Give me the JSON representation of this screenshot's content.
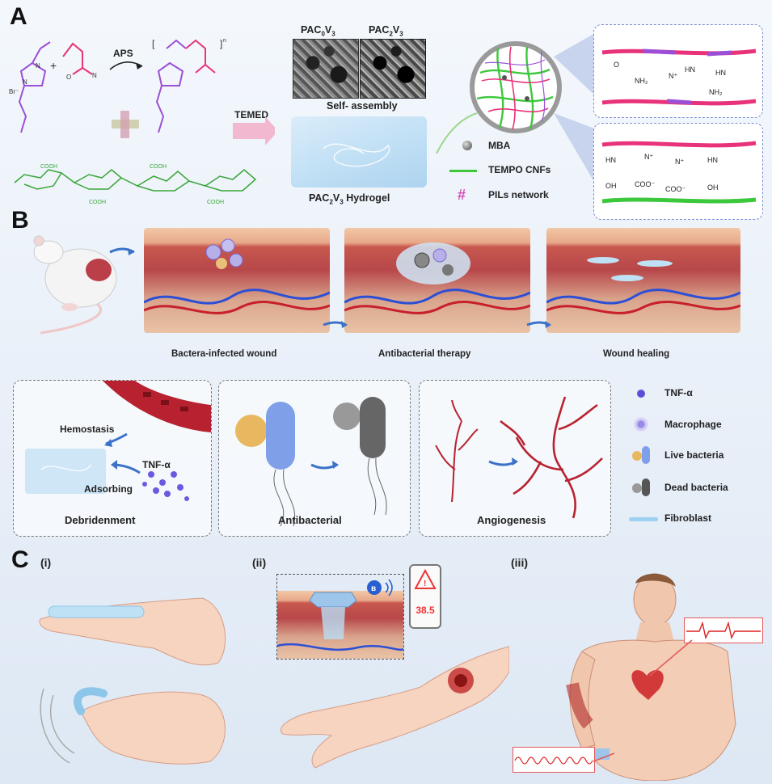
{
  "panelA": {
    "letter": "A",
    "aps": "APS",
    "temed": "TEMED",
    "sem_left": "PAC",
    "sem_left_sub1": "0",
    "sem_left_v": "V",
    "sem_left_sub2": "3",
    "sem_right": "PAC",
    "sem_right_sub1": "2",
    "sem_right_v": "V",
    "sem_right_sub2": "3",
    "self_assembly": "Self- assembly",
    "hydrogel_pre": "PAC",
    "hydrogel_sub1": "2",
    "hydrogel_v": "V",
    "hydrogel_sub2": "3",
    "hydrogel_post": " Hydrogel",
    "legend": {
      "mba": "MBA",
      "tempo": "TEMPO CNFs",
      "pils": "PILs network"
    }
  },
  "panelB": {
    "letter": "B",
    "stage1": "Bactera-infected wound",
    "stage2": "Antibacterial therapy",
    "stage3": "Wound healing",
    "box1": {
      "hemostasis": "Hemostasis",
      "tnf": "TNF-α",
      "adsorbing": "Adsorbing",
      "title": "Debridenment"
    },
    "box2_title": "Antibacterial",
    "box3_title": "Angiogenesis",
    "legend": {
      "tnf": "TNF-α",
      "macrophage": "Macrophage",
      "live": "Live bacteria",
      "dead": "Dead bacteria",
      "fibroblast": "Fibroblast"
    }
  },
  "panelC": {
    "letter": "C",
    "i": "(i)",
    "ii": "(ii)",
    "iii": "(iii)",
    "phone_temp": "38.5"
  },
  "colors": {
    "pils_purple": "#9b4fd6",
    "pils_pink": "#e8337a",
    "tempo_green": "#3cc83c",
    "sugar_green": "#3aa53a",
    "arrow_blue": "#3b72c8"
  }
}
